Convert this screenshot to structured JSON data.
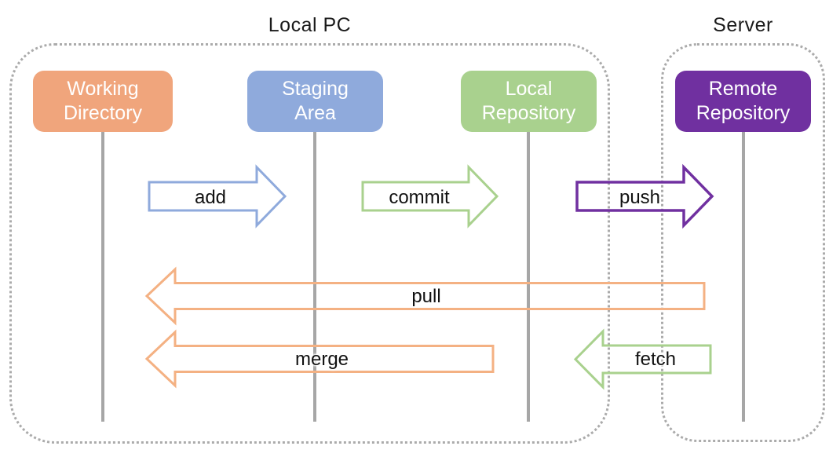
{
  "diagram": {
    "groups": {
      "local_pc": {
        "label": "Local PC"
      },
      "server": {
        "label": "Server"
      }
    },
    "nodes": {
      "working_directory": {
        "label": "Working Directory",
        "color": "#F0A57C"
      },
      "staging_area": {
        "label": "Staging Area",
        "color": "#8FAADC"
      },
      "local_repository": {
        "label": "Local Repository",
        "color": "#A9D18E"
      },
      "remote_repository": {
        "label": "Remote Repository",
        "color": "#7030A0"
      }
    },
    "arrows": {
      "add": {
        "label": "add",
        "color": "#8FAADC",
        "from": "Working Directory",
        "to": "Staging Area",
        "direction": "right"
      },
      "commit": {
        "label": "commit",
        "color": "#A9D18E",
        "from": "Staging Area",
        "to": "Local Repository",
        "direction": "right"
      },
      "push": {
        "label": "push",
        "color": "#7030A0",
        "from": "Local Repository",
        "to": "Remote Repository",
        "direction": "right"
      },
      "pull": {
        "label": "pull",
        "color": "#F4B183",
        "from": "Remote Repository",
        "to": "Working Directory",
        "direction": "left"
      },
      "merge": {
        "label": "merge",
        "color": "#F4B183",
        "from": "Local Repository",
        "to": "Working Directory",
        "direction": "left"
      },
      "fetch": {
        "label": "fetch",
        "color": "#A9D18E",
        "from": "Remote Repository",
        "to": "Local Repository",
        "direction": "left"
      }
    },
    "line_color": "#A6A6A6"
  }
}
